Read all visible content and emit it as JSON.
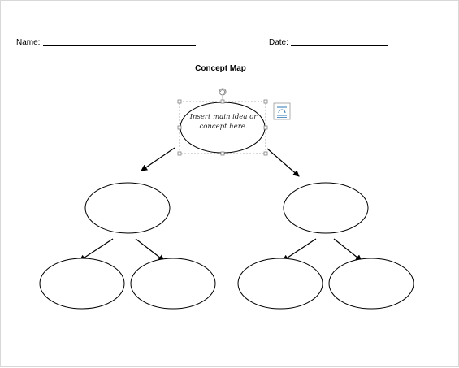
{
  "form": {
    "name_label": "Name:",
    "date_label": "Date:"
  },
  "title": "Concept Map",
  "main_idea_placeholder": "Insert main idea or concept here.",
  "icons": {
    "rotate_handle": "rotate-handle-icon",
    "layout_options": "layout-options-icon"
  },
  "colors": {
    "line": "#000000",
    "selection_border": "#9a9a9a",
    "handle": "#7f7f7f",
    "layout_icon": "#2e75b6"
  }
}
